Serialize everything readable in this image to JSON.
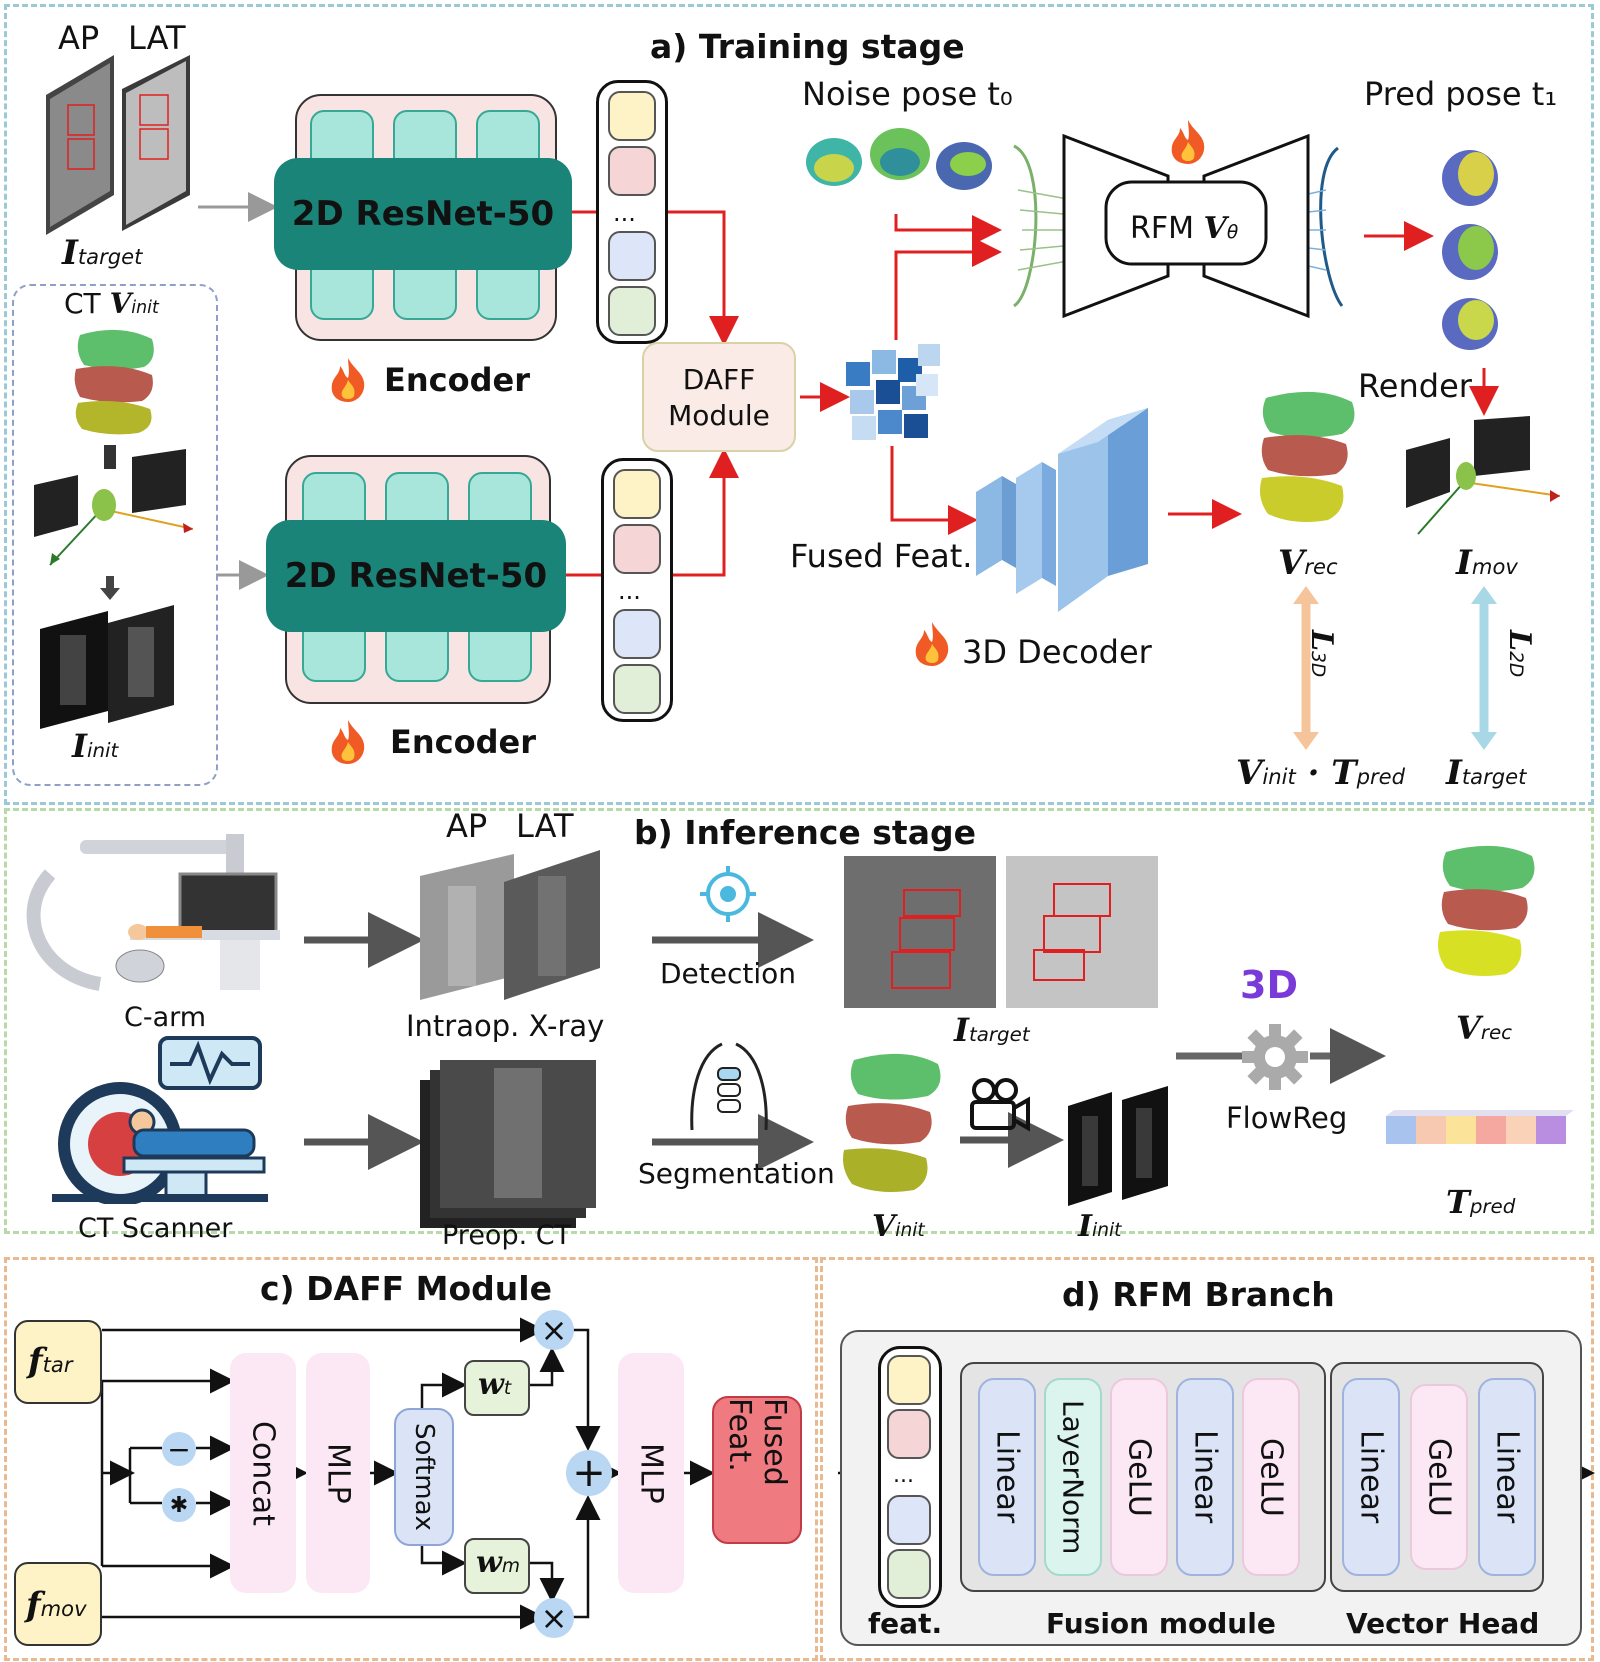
{
  "training": {
    "title": "a) Training stage",
    "ap": "AP",
    "lat": "LAT",
    "i_target": {
      "main": "I",
      "sub": "target"
    },
    "ct_label": "CT",
    "v_init": {
      "main": "V",
      "sub": "init"
    },
    "i_init": {
      "main": "I",
      "sub": "init"
    },
    "resnet_top": "2D ResNet-50",
    "resnet_bottom": "2D ResNet-50",
    "encoder_top": "Encoder",
    "encoder_bottom": "Encoder",
    "dots": "...",
    "daff_line1": "DAFF",
    "daff_line2": "Module",
    "noise_pose": "Noise pose t₀",
    "pred_pose": "Pred pose t₁",
    "rfm": "RFM",
    "v_theta": {
      "main": "V",
      "sub": "θ"
    },
    "render": "Render",
    "fused_feat": "Fused Feat.",
    "decoder": "3D Decoder",
    "v_rec": {
      "main": "V",
      "sub": "rec"
    },
    "i_mov": {
      "main": "I",
      "sub": "mov"
    },
    "l3d": {
      "main": "L",
      "sub": "3D"
    },
    "l2d": {
      "main": "L",
      "sub": "2D"
    },
    "v_init_t_pred": {
      "v": "V",
      "v_sub": "init",
      "dot": "·",
      "t": "T",
      "t_sub": "pred"
    },
    "i_target_bottom": {
      "main": "I",
      "sub": "target"
    }
  },
  "inference": {
    "title": "b) Inference stage",
    "ap": "AP",
    "lat": "LAT",
    "carm": "C-arm",
    "ct_scanner": "CT Scanner",
    "xray": "Intraop. X-ray",
    "preop_ct": "Preop. CT",
    "detection": "Detection",
    "segmentation": "Segmentation",
    "i_target": {
      "main": "I",
      "sub": "target"
    },
    "v_init": {
      "main": "V",
      "sub": "init"
    },
    "i_init": {
      "main": "I",
      "sub": "init"
    },
    "flowreg": "FlowReg",
    "v_rec": {
      "main": "V",
      "sub": "rec"
    },
    "t_pred": {
      "main": "T",
      "sub": "pred"
    },
    "icon_3d": "3D"
  },
  "daff": {
    "title": "c) DAFF Module",
    "f_tar": {
      "main": "f",
      "sub": "tar"
    },
    "f_mov": {
      "main": "f",
      "sub": "mov"
    },
    "minus": "−",
    "star": "✱",
    "concat": "Concat",
    "mlp1": "MLP",
    "softmax": "Softmax",
    "w_t": {
      "main": "w",
      "sub": "t"
    },
    "w_m": {
      "main": "w",
      "sub": "m"
    },
    "times": "×",
    "plus": "+",
    "mlp2": "MLP",
    "fused_feat": "Fused Feat."
  },
  "rfm": {
    "title": "d) RFM Branch",
    "feat": "feat.",
    "fusion_label": "Fusion module",
    "fusion_items": [
      "Linear",
      "LayerNorm",
      "GeLU",
      "Linear",
      "GeLU"
    ],
    "head_label": "Vector Head",
    "head_items": [
      "Linear",
      "GeLU",
      "Linear"
    ]
  },
  "colors": {
    "resnet": "#1a8478",
    "arrow_red": "#e02020",
    "teal_dash": "#9cc9d6",
    "green_dash": "#b8d9a8",
    "orange_dash": "#e9b98f",
    "fused_red": "#ef7a80"
  }
}
